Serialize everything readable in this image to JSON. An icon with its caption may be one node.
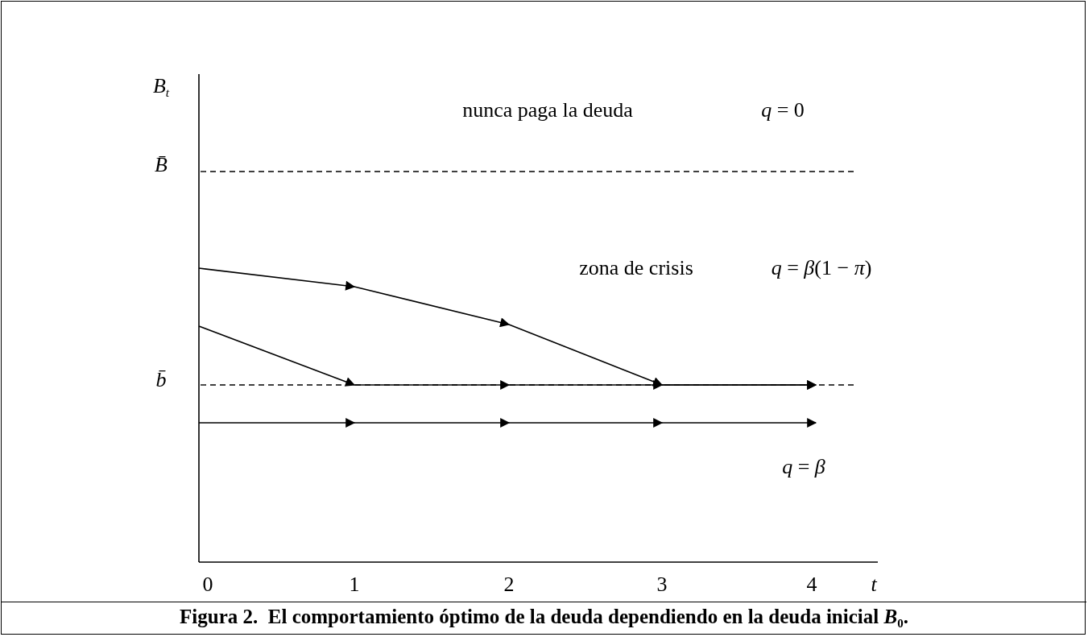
{
  "diagram": {
    "caption": "Figura 2.  El comportamiento óptimo de la deuda dependiendo en la deuda inicial *B*$_{0}$.",
    "labels": [
      "*B*$_{t}$",
      "B̄",
      "nunca paga la deuda",
      "*q* = 0",
      "zona de crisis",
      "*q* = *β*(1 − *π*)",
      "b̄",
      "*q* = *β*",
      "0",
      "1",
      "2",
      "3",
      "4",
      "*t*"
    ]
  }
}
